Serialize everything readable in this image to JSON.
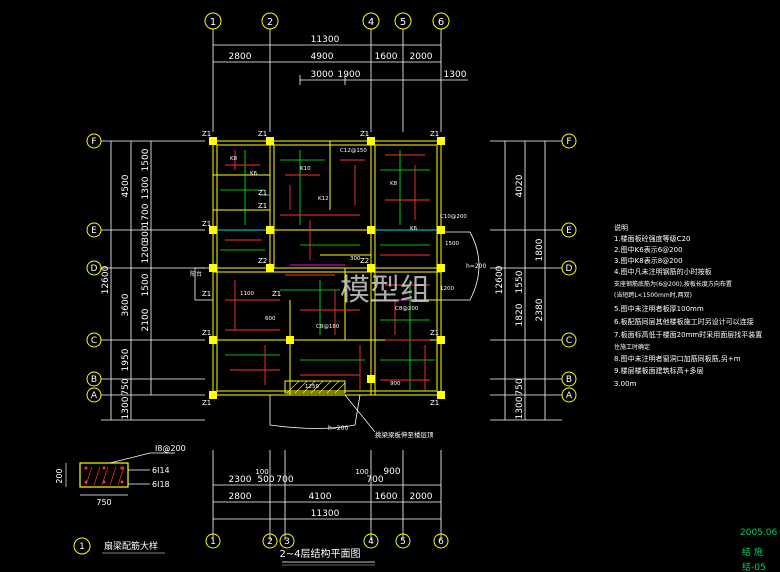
{
  "grid_top": [
    "1",
    "2",
    "4",
    "5",
    "6"
  ],
  "grid_bottom": [
    "1",
    "2",
    "3",
    "4",
    "5",
    "6"
  ],
  "grid_left": [
    "F",
    "E",
    "D",
    "C",
    "B",
    "A"
  ],
  "grid_right": [
    "F",
    "E",
    "D",
    "C",
    "B",
    "A"
  ],
  "dims_top": {
    "total": "11300",
    "row1": [
      "2800",
      "4900",
      "1600",
      "2000"
    ],
    "row2": [
      "3000",
      "1900"
    ],
    "right": "1300"
  },
  "dims_bottom": {
    "row1": [
      "2300",
      "500",
      "700",
      "700",
      "900"
    ],
    "row1_small": [
      "100",
      "100"
    ],
    "row2": [
      "2800",
      "4100",
      "1600",
      "2000"
    ],
    "total": "11300"
  },
  "dims_left_outer": [
    "4500",
    "3600",
    "1950",
    "750",
    "1300"
  ],
  "dims_left_total": "12600",
  "dims_left_inner": [
    "1500",
    "1300",
    "1700",
    "300",
    "1200",
    "1500",
    "2100"
  ],
  "dims_right_outer": [
    "4020",
    "1800",
    "1820",
    "2380",
    "1550",
    "750",
    "1300"
  ],
  "dims_right_total": "12600",
  "notes": {
    "title": "说明",
    "items": [
      "1.楼面板砼强度等级C20",
      "2.图中K6表示6@200",
      "3.图中K8表示8@200",
      "4.图中凡未注明钢筋的小时按板",
      "  支座钢筋底筋为(6@200),按板长度方向布置",
      "  (当短跨L<1500mm时,两双)",
      "5.图中未注明者板厚100mm",
      "6.板配筋同层其他楼板施工时另设计可以连接",
      "7.板面标高低于楼面20mm时采用面层找平装置",
      "  住施工时确定",
      "8.图中未注明者窗洞口加筋同板筋,另+m",
      "9.楼层楼板面建筑标高+多层",
      "3.00m"
    ]
  },
  "detail": {
    "top_label": "I8@200",
    "right_labels": [
      "6I14",
      "6I18"
    ],
    "left_dim": "200",
    "bottom_dim": "750",
    "number": "1",
    "title": "扇梁配筋大样"
  },
  "plan": {
    "title": "2~4层结构平面图",
    "watermark": "模型组",
    "callout": "挑梁梁板伸至楼层顶",
    "left_label": "阳台",
    "right_label": "h=200",
    "bottom_label": "h=200",
    "column_tag": "Z1",
    "column_tag2": "Z2",
    "beam_tags": [
      "K8",
      "K6",
      "K10",
      "K12",
      "K8",
      "K6",
      "C12@150",
      "C10@200",
      "C8@180",
      "C8@200",
      "1500",
      "1200",
      "1250",
      "1100",
      "600",
      "900",
      "300"
    ]
  },
  "title_block": {
    "date": "2005.06",
    "category": "结 施",
    "sheet": "结-05"
  },
  "colors": {
    "background": "#000000",
    "grid_line": "#ffffff",
    "grid_bubble": "#ffff00",
    "dim_text": "#ffffff",
    "wall": "#ffff00",
    "column": "#ffff00",
    "rebar_red": "#ff3030",
    "rebar_green": "#00ff00",
    "beam_cyan": "#00e0e0",
    "magenta": "#ff00ff",
    "title_green": "#00cc66",
    "watermark": "#d8d8d8"
  }
}
